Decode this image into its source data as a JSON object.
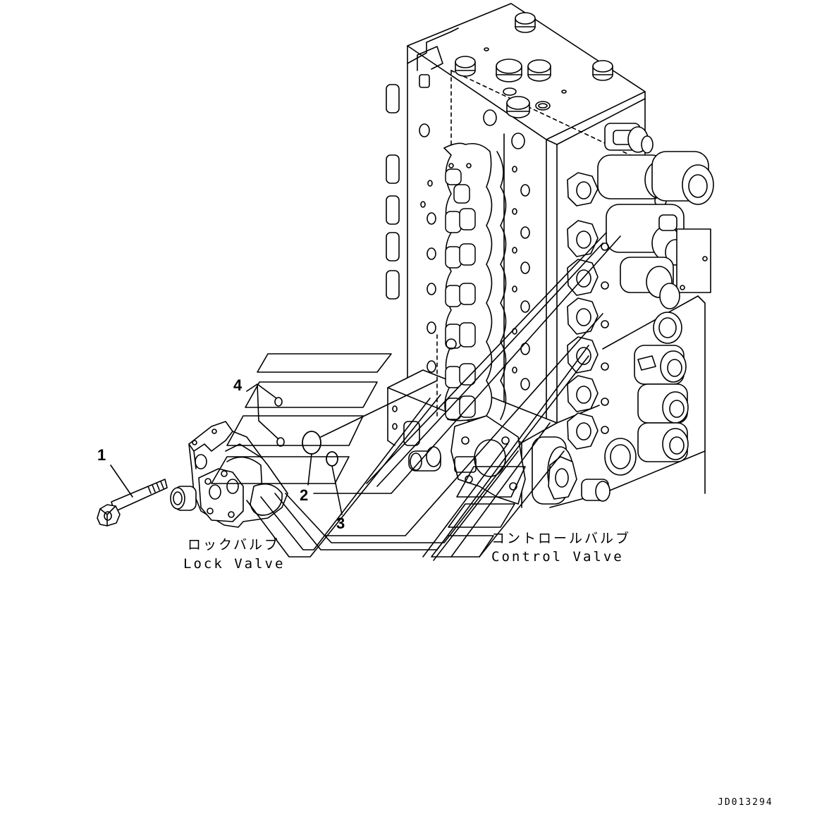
{
  "callouts": [
    {
      "id": "1",
      "label": "1"
    },
    {
      "id": "2",
      "label": "2"
    },
    {
      "id": "3",
      "label": "3"
    },
    {
      "id": "4",
      "label": "4"
    }
  ],
  "labels": {
    "lock_valve_jp": "ロックバルブ",
    "lock_valve_en": "Lock Valve",
    "control_valve_jp": "コントロールバルブ",
    "control_valve_en": "Control Valve"
  },
  "drawing_id": "JD013294",
  "colors": {
    "line": "#000000",
    "background": "#ffffff"
  }
}
